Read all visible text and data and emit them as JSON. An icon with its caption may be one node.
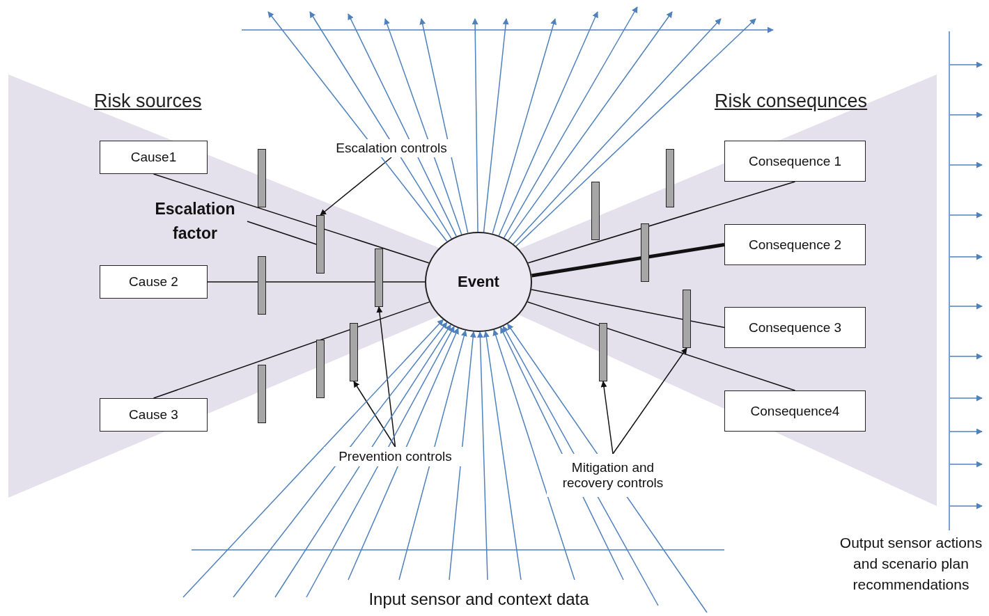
{
  "diagram": {
    "nodes": [
      {
        "text": [
          "Cause1"
        ]
      },
      {
        "text": [
          "Escalation controls"
        ]
      },
      {
        "text": [
          "Escalation factor"
        ]
      },
      {
        "text": [
          "Cause 2"
        ]
      },
      {
        "text": [
          "Cause 3"
        ]
      },
      {
        "text": [
          "Event"
        ]
      },
      {
        "text": [
          "Consequence 1"
        ]
      },
      {
        "text": [
          "Consequence 2"
        ]
      },
      {
        "text": [
          "Consequence 3"
        ]
      },
      {
        "text": [
          "Consequence4"
        ]
      },
      {
        "text": [
          "Prevention controls"
        ]
      },
      {
        "text": [
          "Mitigation and recovery controls"
        ]
      },
      {
        "text": [],
        "shape": "bar"
      },
      {
        "text": [],
        "shape": "bar"
      },
      {
        "text": [],
        "shape": "bar"
      },
      {
        "text": [],
        "shape": "bar"
      },
      {
        "text": [],
        "shape": "bar"
      },
      {
        "text": [],
        "shape": "bar"
      },
      {
        "text": [],
        "shape": "bar"
      },
      {
        "text": [],
        "shape": "bar"
      },
      {
        "text": [],
        "shape": "bar"
      },
      {
        "text": [],
        "shape": "bar"
      },
      {
        "text": [],
        "shape": "bar"
      },
      {
        "text": [],
        "shape": "bar"
      }
    ],
    "edges": [
      {
        "from": 0,
        "to": 5,
        "arrow": "none",
        "color": "#111111"
      },
      {
        "from": 3,
        "to": 5,
        "arrow": "none",
        "color": "#111111"
      },
      {
        "from": 4,
        "to": 5,
        "arrow": "none",
        "color": "#111111"
      },
      {
        "from": 5,
        "to": 6,
        "arrow": "none",
        "color": "#111111"
      },
      {
        "from": 5,
        "to": 7,
        "arrow": "none",
        "style": "thick",
        "color": "#111111"
      },
      {
        "from": 5,
        "to": 8,
        "arrow": "none",
        "color": "#111111"
      },
      {
        "from": 5,
        "to": 9,
        "arrow": "none",
        "color": "#111111"
      },
      {
        "from": 1,
        "to": 15,
        "arrow": "to",
        "color": "#111111"
      },
      {
        "from": 2,
        "to": 15,
        "arrow": "none",
        "color": "#111111"
      },
      {
        "from": 10,
        "to": 17,
        "arrow": "to",
        "color": "#111111"
      },
      {
        "from": 10,
        "to": 18,
        "arrow": "to",
        "color": "#111111"
      },
      {
        "from": 11,
        "to": 20,
        "arrow": "to",
        "color": "#111111"
      },
      {
        "from": 11,
        "to": 23,
        "arrow": "to",
        "color": "#111111"
      },
      {
        "from": 5,
        "to": null,
        "arrow": "to",
        "color": "#4f81bd"
      },
      {
        "from": 5,
        "to": null,
        "arrow": "to",
        "color": "#4f81bd"
      },
      {
        "from": 5,
        "to": null,
        "arrow": "to",
        "color": "#4f81bd"
      },
      {
        "from": 5,
        "to": null,
        "arrow": "to",
        "color": "#4f81bd"
      },
      {
        "from": 5,
        "to": null,
        "arrow": "to",
        "color": "#4f81bd"
      },
      {
        "from": 5,
        "to": null,
        "arrow": "to",
        "color": "#4f81bd"
      },
      {
        "from": 5,
        "to": null,
        "arrow": "to",
        "color": "#4f81bd"
      },
      {
        "from": 5,
        "to": null,
        "arrow": "to",
        "color": "#4f81bd"
      },
      {
        "from": 5,
        "to": null,
        "arrow": "to",
        "color": "#4f81bd"
      },
      {
        "from": 5,
        "to": null,
        "arrow": "to",
        "color": "#4f81bd"
      },
      {
        "from": 5,
        "to": null,
        "arrow": "to",
        "color": "#4f81bd"
      },
      {
        "from": 5,
        "to": null,
        "arrow": "to",
        "color": "#4f81bd"
      },
      {
        "from": 5,
        "to": null,
        "arrow": "to",
        "color": "#4f81bd"
      },
      {
        "from": null,
        "to": 5,
        "arrow": "to",
        "color": "#4f81bd"
      },
      {
        "from": null,
        "to": 5,
        "arrow": "to",
        "color": "#4f81bd"
      },
      {
        "from": null,
        "to": 5,
        "arrow": "to",
        "color": "#4f81bd"
      },
      {
        "from": null,
        "to": 5,
        "arrow": "to",
        "color": "#4f81bd"
      },
      {
        "from": null,
        "to": 5,
        "arrow": "to",
        "color": "#4f81bd"
      },
      {
        "from": null,
        "to": 5,
        "arrow": "to",
        "color": "#4f81bd"
      },
      {
        "from": null,
        "to": 5,
        "arrow": "to",
        "color": "#4f81bd"
      },
      {
        "from": null,
        "to": 5,
        "arrow": "to",
        "color": "#4f81bd"
      },
      {
        "from": null,
        "to": 5,
        "arrow": "to",
        "color": "#4f81bd"
      },
      {
        "from": null,
        "to": 5,
        "arrow": "to",
        "color": "#4f81bd"
      },
      {
        "from": null,
        "to": 5,
        "arrow": "to",
        "color": "#4f81bd"
      },
      {
        "from": null,
        "to": 5,
        "arrow": "to",
        "color": "#4f81bd"
      },
      {
        "from": null,
        "to": 5,
        "arrow": "to",
        "color": "#4f81bd"
      }
    ],
    "labels": [
      "Risk sources",
      "Risk consequnces",
      "Input sensor and context data",
      "Output sensor actions and scenario plan recommendations"
    ]
  }
}
